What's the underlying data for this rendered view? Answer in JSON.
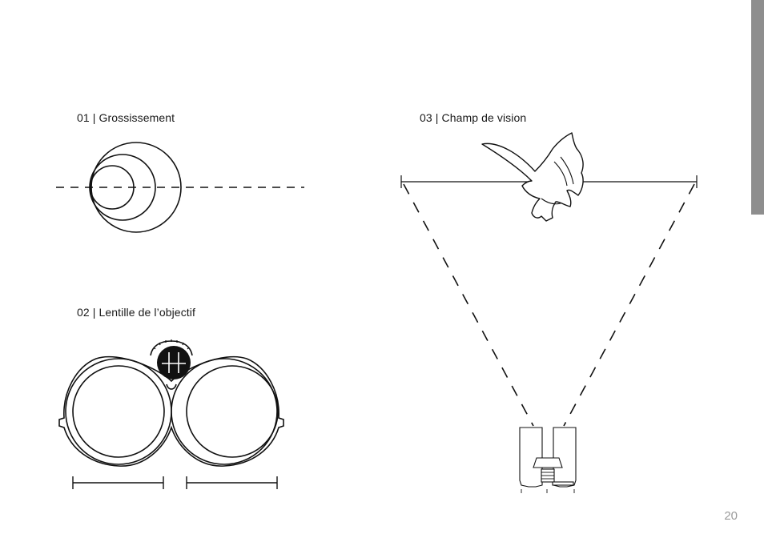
{
  "sections": {
    "magnification": {
      "label": "01 | Grossissement"
    },
    "objective_lens": {
      "label": "02 | Lentille de l’objectif"
    },
    "field_of_view": {
      "label": "03 | Champ de vision"
    }
  },
  "page": {
    "number": "20",
    "tab_color": "#8e8e8e"
  },
  "icons": {
    "brand_logo": "hawke-h-logo",
    "bird": "eagle-silhouette",
    "binoculars": "binoculars-front-icon"
  }
}
